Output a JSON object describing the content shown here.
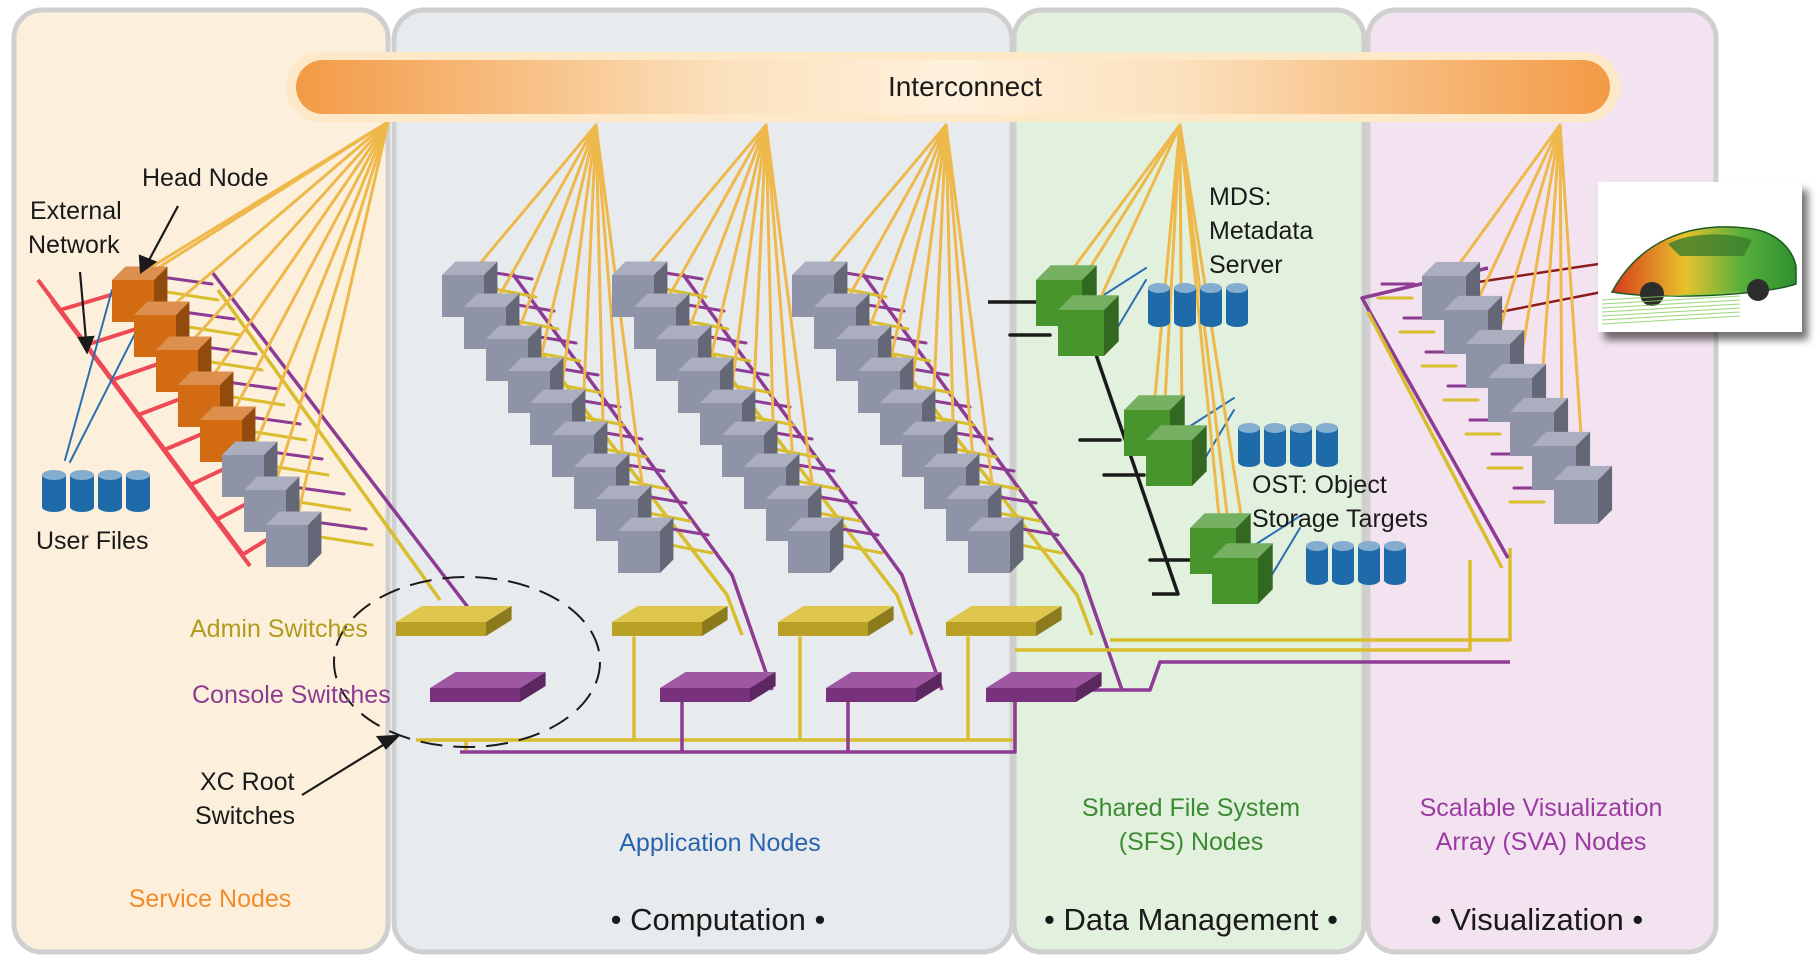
{
  "interconnect": {
    "label": "Interconnect"
  },
  "colors": {
    "service_bg": "#fcf0dc",
    "computation_bg": "#e8ebed",
    "data_bg": "#e2f1de",
    "viz_bg": "#f3e3f1",
    "panel_border": "#cfcfcf",
    "interconnect": "#f3a24f",
    "interconnect_light": "#fde8c4",
    "fiber": "#eeb84b",
    "admin": "#d8bd2c",
    "console": "#8d3b93",
    "external_net": "#ee4a55",
    "storage_link": "#2a6fb1",
    "root_black": "#1a1a1a",
    "head_node": "#d26b12",
    "compute_node": "#8f93a8",
    "sfs_node": "#48952e",
    "disk": "#1f6aa9",
    "viz_link": "#8a1c1c"
  },
  "service": {
    "head_node_label": "Head Node",
    "external_network_label_1": "External",
    "external_network_label_2": "Network",
    "user_files_label": "User Files",
    "admin_switches_label": "Admin Switches",
    "console_switches_label": "Console Switches",
    "xc_root_label_1": "XC Root",
    "xc_root_label_2": "Switches",
    "section_label": "Service Nodes"
  },
  "computation": {
    "nodes_label": "Application Nodes",
    "footer": "• Computation •"
  },
  "data_management": {
    "mds_label_1": "MDS:",
    "mds_label_2": "Metadata",
    "mds_label_3": "Server",
    "ost_label_1": "OST: Object",
    "ost_label_2": "Storage Targets",
    "nodes_label_1": "Shared File System",
    "nodes_label_2": "(SFS) Nodes",
    "footer": "• Data Management •"
  },
  "visualization": {
    "nodes_label_1": "Scalable Visualization",
    "nodes_label_2": "Array (SVA) Nodes",
    "footer": "• Visualization •",
    "image_name": "car-simulation-render"
  }
}
